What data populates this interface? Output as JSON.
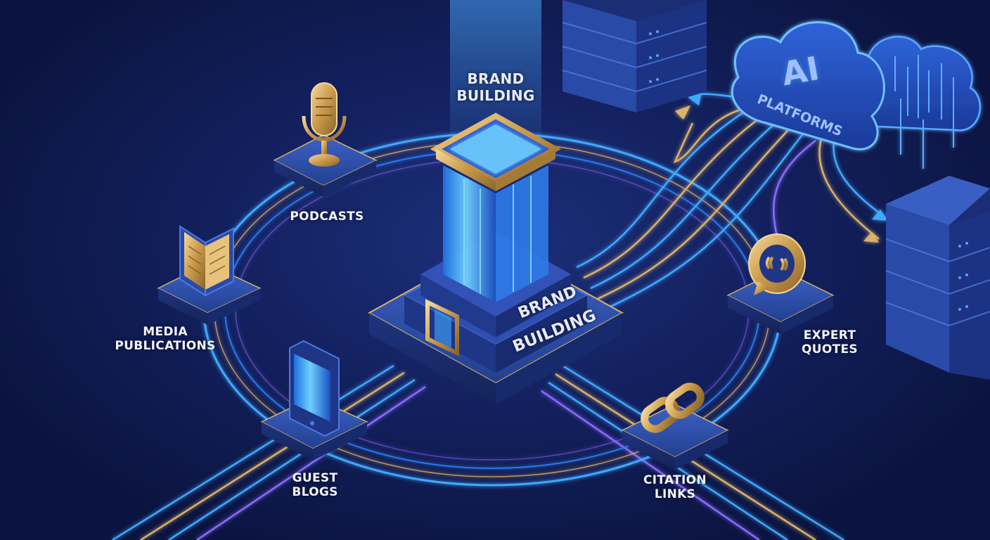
{
  "hub": {
    "title_line1": "BRAND",
    "title_line2": "BUILDING",
    "plinth_line1": "BRAND",
    "plinth_line2": "BUILDING"
  },
  "channels": {
    "podcasts": {
      "line1": "PODCASTS",
      "icon": "microphone-icon"
    },
    "media": {
      "line1": "MEDIA",
      "line2": "PUBLICATIONS",
      "icon": "open-book-icon"
    },
    "guest": {
      "line1": "GUEST",
      "line2": "BLOGS",
      "icon": "tablet-icon"
    },
    "citation": {
      "line1": "CITATION",
      "line2": "LINKS",
      "icon": "chain-link-icon"
    },
    "expert": {
      "line1": "EXPERT",
      "line2": "QUOTES",
      "icon": "speech-bubble-icon"
    }
  },
  "ai": {
    "title": "AI",
    "subtitle": "PLATFORMS"
  },
  "colors": {
    "background": "#0b1440",
    "glow_blue": "#3fa9ff",
    "gold": "#d9b36a",
    "purple": "#8a6cff",
    "platform": "#2a4aa8"
  }
}
